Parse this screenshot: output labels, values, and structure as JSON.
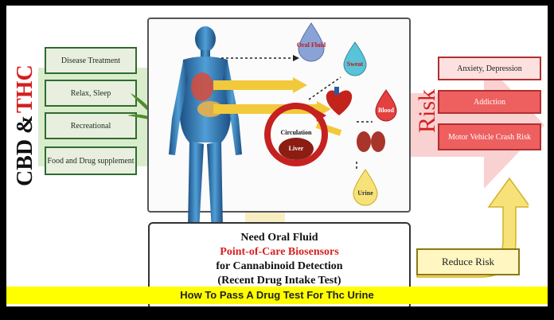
{
  "side_title": {
    "cbd": "CBD",
    "amp": "&",
    "thc": "THC"
  },
  "uses": [
    "Disease Treatment",
    "Relax, Sleep",
    "Recreational",
    "Food and Drug supplement"
  ],
  "fluids": {
    "oral_fluid": "Oral Fluid",
    "sweat": "Sweat",
    "blood": "Blood",
    "urine": "Urine",
    "circulation": "Circulation",
    "liver": "Liver"
  },
  "risk": {
    "label": "Risk",
    "items": [
      "Anxiety, Depression",
      "Addiction",
      "Motor Vehicle Crash Risk"
    ]
  },
  "bottom": {
    "line1": "Need Oral Fluid",
    "line2": "Point-of-Care Biosensors",
    "line3": "for Cannabinoid Detection",
    "line4": "(Recent Drug Intake Test)"
  },
  "reduce_risk": "Reduce Risk",
  "caption": "How To Pass A Drug Test For Thc Urine",
  "colors": {
    "green_box": "#e8efdf",
    "red_box": "#ee5f5f",
    "caption_bg": "#ffff00",
    "arrow_green": "#c8e6b8",
    "arrow_pink": "#f7b7b7",
    "arrow_yellow": "#f7e27a"
  }
}
